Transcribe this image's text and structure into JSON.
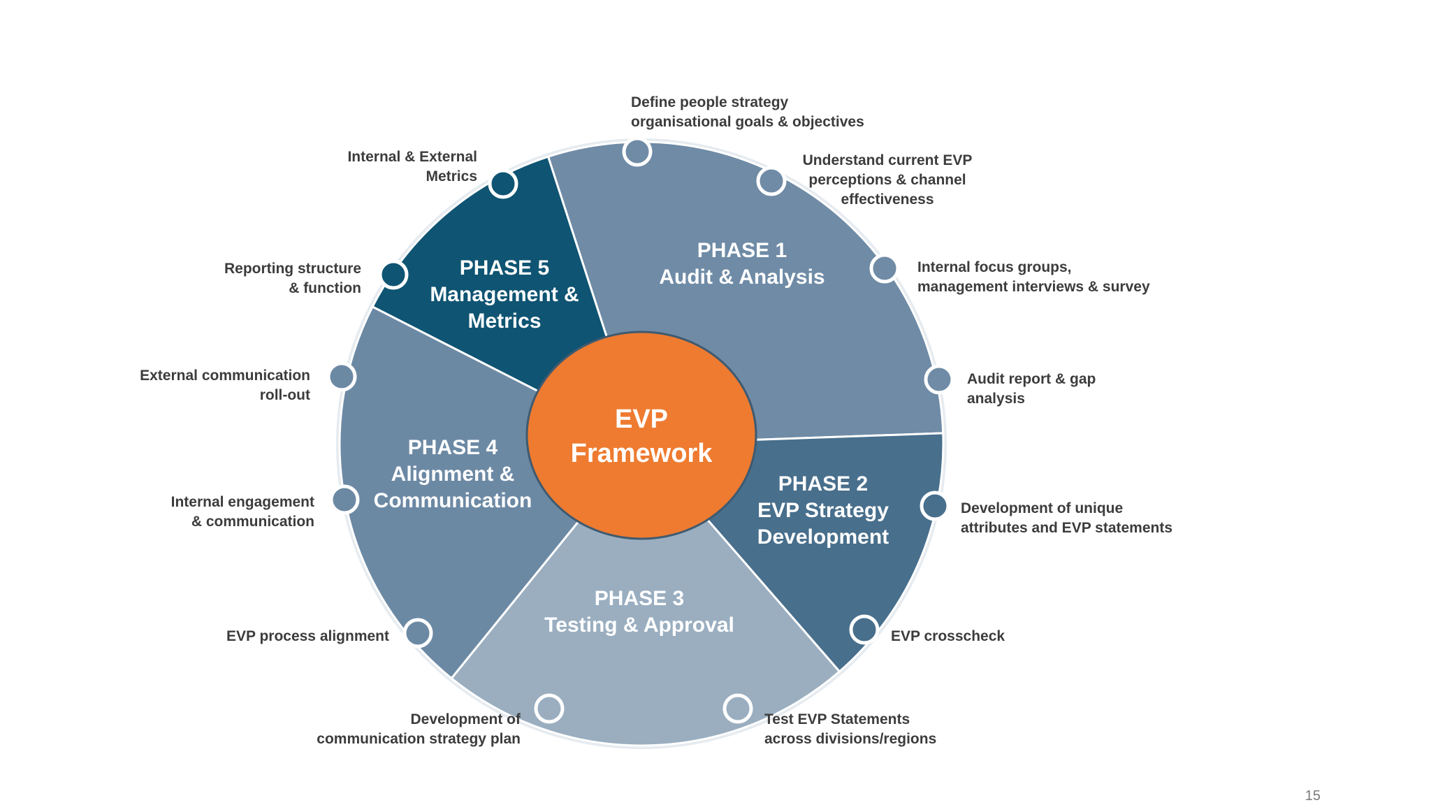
{
  "center": {
    "line1": "EVP",
    "line2": "Framework"
  },
  "colors": {
    "phase1": "#6f8ba6",
    "phase2": "#486f8c",
    "phase3": "#9aaec0",
    "phase4": "#6c89a4",
    "phase5": "#0f5472",
    "center": "#ee7b30",
    "outline": "#ffffff",
    "label_text": "#3c3c3c"
  },
  "phases": [
    {
      "id": "phase1",
      "title": "PHASE 1",
      "subtitle": [
        "Audit & Analysis"
      ]
    },
    {
      "id": "phase2",
      "title": "PHASE 2",
      "subtitle": [
        "EVP Strategy",
        "Development"
      ]
    },
    {
      "id": "phase3",
      "title": "PHASE 3",
      "subtitle": [
        "Testing & Approval"
      ]
    },
    {
      "id": "phase4",
      "title": "PHASE 4",
      "subtitle": [
        "Alignment &",
        "Communication"
      ]
    },
    {
      "id": "phase5",
      "title": "PHASE 5",
      "subtitle": [
        "Management &",
        "Metrics"
      ]
    }
  ],
  "steps": [
    {
      "phase": "phase1",
      "lines": [
        "Define people strategy",
        "organisational goals & objectives"
      ]
    },
    {
      "phase": "phase1",
      "lines": [
        "Understand current EVP",
        "perceptions & channel",
        "effectiveness"
      ]
    },
    {
      "phase": "phase1",
      "lines": [
        "Internal focus groups,",
        "management interviews & survey"
      ]
    },
    {
      "phase": "phase1",
      "lines": [
        "Audit report & gap",
        "analysis"
      ]
    },
    {
      "phase": "phase2",
      "lines": [
        "Development of unique",
        "attributes and EVP statements"
      ]
    },
    {
      "phase": "phase2",
      "lines": [
        "EVP crosscheck"
      ]
    },
    {
      "phase": "phase3",
      "lines": [
        "Test EVP Statements",
        "across divisions/regions"
      ]
    },
    {
      "phase": "phase3",
      "lines": [
        "Development of",
        "communication strategy plan"
      ]
    },
    {
      "phase": "phase4",
      "lines": [
        "EVP process alignment"
      ]
    },
    {
      "phase": "phase4",
      "lines": [
        "Internal engagement",
        "& communication"
      ]
    },
    {
      "phase": "phase4",
      "lines": [
        "External communication",
        "roll-out"
      ]
    },
    {
      "phase": "phase5",
      "lines": [
        "Reporting structure",
        "& function"
      ]
    },
    {
      "phase": "phase5",
      "lines": [
        "Internal & External",
        "Metrics"
      ]
    }
  ],
  "page_number": "15"
}
